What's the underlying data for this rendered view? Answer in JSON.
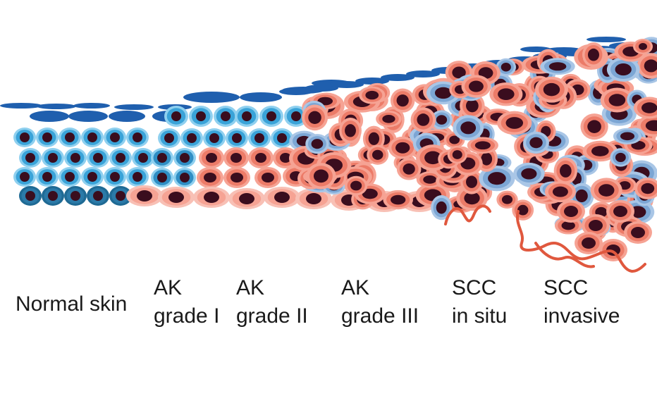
{
  "stages": [
    {
      "id": "normal",
      "lines": [
        "Normal skin"
      ],
      "cell_type": "normal"
    },
    {
      "id": "ak1",
      "lines": [
        "AK",
        "grade I"
      ],
      "cell_type": "mixed"
    },
    {
      "id": "ak2",
      "lines": [
        "AK",
        "grade II"
      ],
      "cell_type": "mixed"
    },
    {
      "id": "ak3",
      "lines": [
        "AK",
        "grade III"
      ],
      "cell_type": "atypical"
    },
    {
      "id": "scc-insitu",
      "lines": [
        "SCC",
        "in situ"
      ],
      "cell_type": "atypical"
    },
    {
      "id": "scc-invasive",
      "lines": [
        "SCC",
        "invasive"
      ],
      "cell_type": "invasive"
    }
  ],
  "colors": {
    "normal_cell": "#3aa3d8",
    "normal_cell_dark": "#1f6a94",
    "normal_cell_ring": "#8fd0ef",
    "flat_cell": "#1f5fae",
    "atypical_cell": "#ec7b68",
    "atypical_cell_light": "#f6a394",
    "blue_atypical": "#7ca6d4",
    "nucleus": "#3a0d1e",
    "invasion_strand": "#e0583e",
    "label_text": "#1a1a1a"
  }
}
